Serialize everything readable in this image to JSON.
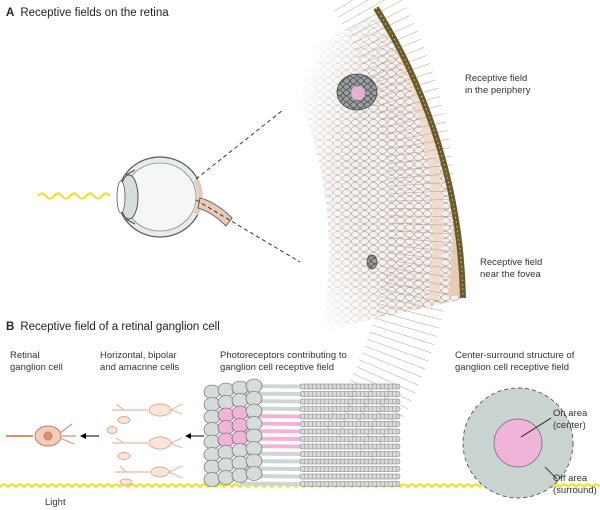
{
  "panel_a": {
    "letter": "A",
    "title": "Receptive fields on the retina",
    "label_periphery_1": "Receptive field",
    "label_periphery_2": "in the periphery",
    "label_fovea_1": "Receptive field",
    "label_fovea_2": "near the fovea"
  },
  "panel_b": {
    "letter": "B",
    "title": "Receptive field of a retinal ganglion cell",
    "col1_1": "Retinal",
    "col1_2": "ganglion cell",
    "col2_1": "Horizontal, bipolar",
    "col2_2": "and amacrine cells",
    "col3_1": "Photoreceptors contributing to",
    "col3_2": "ganglion cell receptive field",
    "col4_1": "Center-surround structure of",
    "col4_2": "ganglion cell receptive field",
    "on_area_1": "On area",
    "on_area_2": "(center)",
    "off_area_1": "Off area",
    "off_area_2": "(surround)",
    "light": "Light"
  },
  "colors": {
    "light_wave": "#f2e030",
    "receptive_center": "#f0b4d8",
    "surround": "#c9d3d2",
    "cell_pink": "#e9a98f",
    "retina_tan": "#e8cbb7",
    "choroid": "#6b5a2c"
  }
}
